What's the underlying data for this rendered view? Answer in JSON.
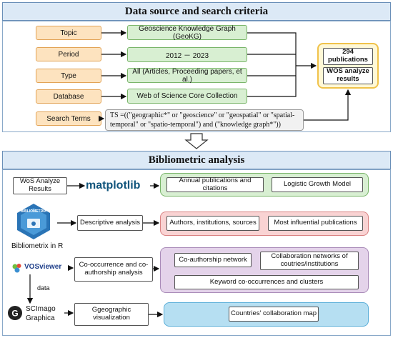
{
  "top": {
    "title": "Data source and search criteria",
    "rows": [
      {
        "label": "Topic",
        "value": "Geoscience Knowledge Graph (GeoKG)"
      },
      {
        "label": "Period",
        "value": "2012 － 2023"
      },
      {
        "label": "Type",
        "value": "All (Articles, Proceeding papers, et al.)"
      },
      {
        "label": "Database",
        "value": "Web of Science Core Collection"
      }
    ],
    "search_label": "Search Terms",
    "search_value": "TS =((\"geographic*\" or \"geoscience\" or \"geospatial\" or \"spatial-temporal\" or \"spatio-temporal\") and (\"knowledge graph*\"))",
    "result_count": "294 publications",
    "result_label": "WOS analyze results"
  },
  "bottom": {
    "title": "Bibliometric analysis",
    "wos_box": "WoS Analyze Results",
    "matplotlib_logo": "matplotlib",
    "row1": [
      "Annual publications and citations",
      "Logistic Growth Model"
    ],
    "bibliometrix_logo": "BIBLIOMETRIX",
    "bibliometrix_caption": "Bibliometrix in R",
    "descriptive": "Descriptive analysis",
    "row2": [
      "Authors, institutions, sources",
      "Most influential publications"
    ],
    "vosviewer_logo": "VOSviewer",
    "coocc": "Co-occurrence and co-authorship analysis",
    "row3": [
      "Co-authorship network",
      "Collaboration networks of coutries/institutions",
      "Keyword co-occurrences and clusters"
    ],
    "data_label": "data",
    "scimago_logo": "SCImago Graphica",
    "geo": "Ggeographic visualization",
    "row4": [
      "Countries' collaboration map"
    ]
  }
}
